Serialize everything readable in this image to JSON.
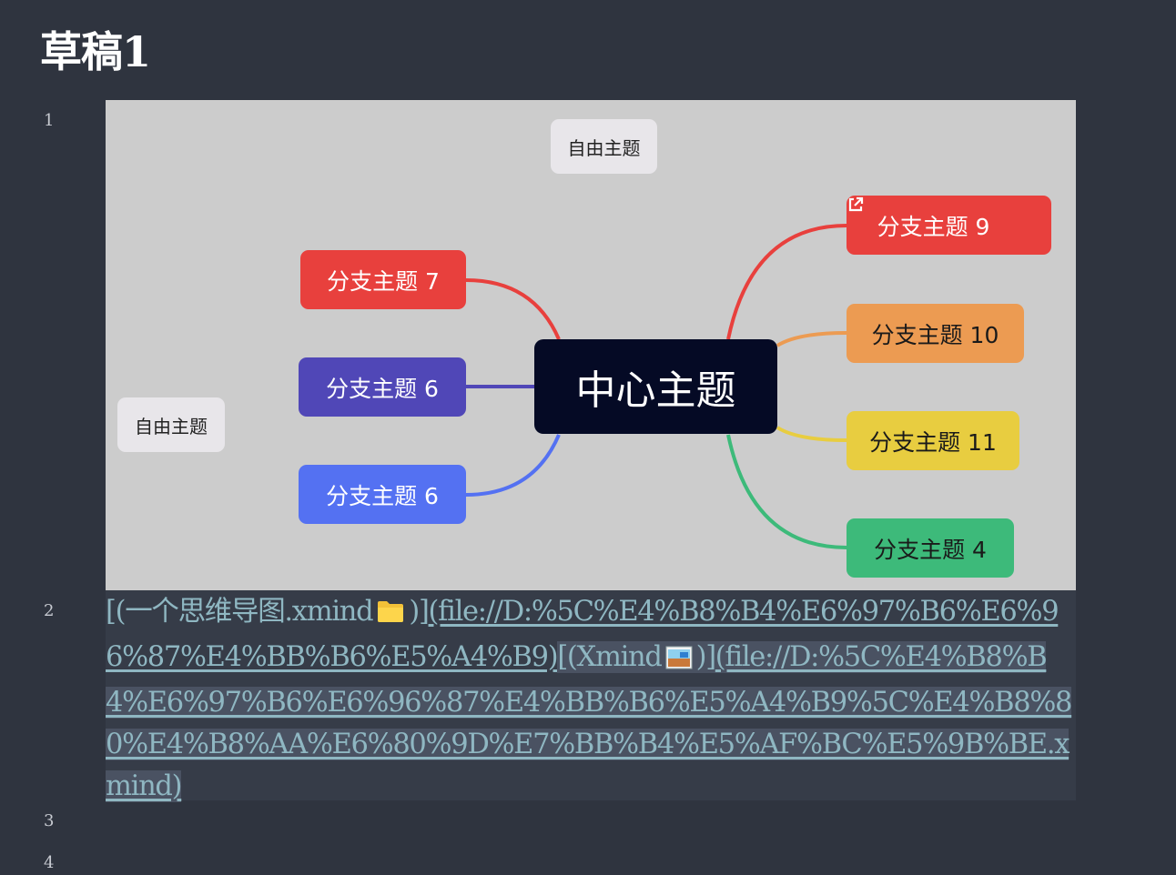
{
  "document": {
    "title": "草稿1"
  },
  "line_numbers": [
    "1",
    "2",
    "3",
    "4"
  ],
  "mindmap": {
    "center": "中心主题",
    "free_topics": [
      "自由主题",
      "自由主题"
    ],
    "branches_left": [
      {
        "label": "分支主题 7",
        "color": "#e8403d"
      },
      {
        "label": "分支主题 6",
        "color": "#5047b7"
      },
      {
        "label": "分支主题 6",
        "color": "#5471f2"
      }
    ],
    "branches_right": [
      {
        "label": "分支主题 9",
        "color": "#e8403d",
        "has_link_icon": true
      },
      {
        "label": "分支主题 10",
        "color": "#ec9b52"
      },
      {
        "label": "分支主题 11",
        "color": "#e8cd40"
      },
      {
        "label": "分支主题 4",
        "color": "#3dba7a"
      }
    ]
  },
  "markdown_line": {
    "link1_open": "[(",
    "link1_text": "一个思维导图.xmind",
    "link1_icon": "folder-icon",
    "link1_close": ")]",
    "link1_url": "(file://D:%5C%E4%B8%B4%E6%97%B6%E6%96%87%E4%BB%B6%E5%A4%B9)",
    "link2_open": "[(",
    "link2_text": "Xmind",
    "link2_icon": "image-icon",
    "link2_close": ")]",
    "link2_url": "(file://D:%5C%E4%B8%B4%E6%97%B6%E6%96%87%E4%BB%B6%E5%A4%B9%5C%E4%B8%80%E4%B8%AA%E6%80%9D%E7%BB%B4%E5%AF%BC%E5%9B%BE.xmind)"
  },
  "colors": {
    "background": "#2f343f",
    "mindmap_background": "#cccccc",
    "link_text": "#8fb7c2",
    "center_node": "#050a25"
  }
}
